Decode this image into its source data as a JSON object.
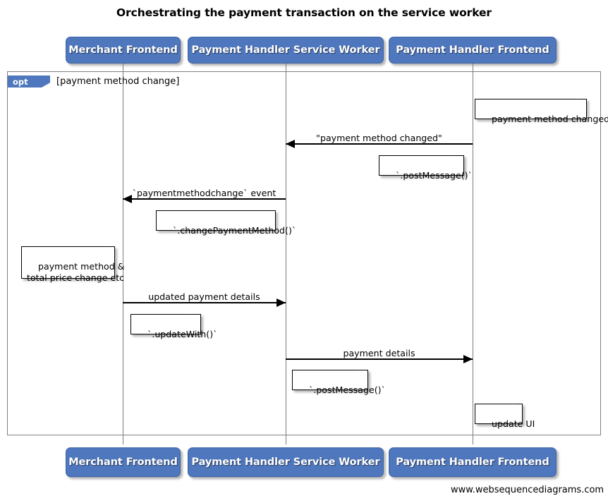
{
  "title": "Orchestrating the payment transaction on the service worker",
  "footer": "www.websequencediagrams.com",
  "participants": [
    {
      "name": "Merchant Frontend"
    },
    {
      "name": "Payment Handler Service Worker"
    },
    {
      "name": "Payment Handler Frontend"
    }
  ],
  "fragment": {
    "keyword": "opt",
    "guard": "[payment method change]"
  },
  "messages": [
    {
      "label": "\"payment method changed\"",
      "from": "Payment Handler Frontend",
      "to": "Payment Handler Service Worker",
      "direction": "left"
    },
    {
      "label": "`paymentmethodchange` event",
      "from": "Payment Handler Service Worker",
      "to": "Merchant Frontend",
      "direction": "left"
    },
    {
      "label": "updated payment details",
      "from": "Merchant Frontend",
      "to": "Payment Handler Service Worker",
      "direction": "right"
    },
    {
      "label": "payment details",
      "from": "Payment Handler Service Worker",
      "to": "Payment Handler Frontend",
      "direction": "right"
    }
  ],
  "notes": [
    {
      "text": "payment method changed",
      "over": "Payment Handler Frontend"
    },
    {
      "text": "`.postMessage()`",
      "over": "Payment Handler Frontend"
    },
    {
      "text": "`.changePaymentMethod()`",
      "over": "Payment Handler Service Worker"
    },
    {
      "text": "payment method &\ntotal price change etc",
      "over": "Merchant Frontend"
    },
    {
      "text": "`.updateWith()`",
      "over": "Merchant Frontend"
    },
    {
      "text": "`.postMessage()`",
      "over": "Payment Handler Service Worker"
    },
    {
      "text": "update UI",
      "over": "Payment Handler Frontend"
    }
  ],
  "colors": {
    "actor_fill": "#4f77bd",
    "actor_text": "#ffffff",
    "frame_border": "#808080",
    "line": "#000000",
    "background": "#ffffff"
  }
}
